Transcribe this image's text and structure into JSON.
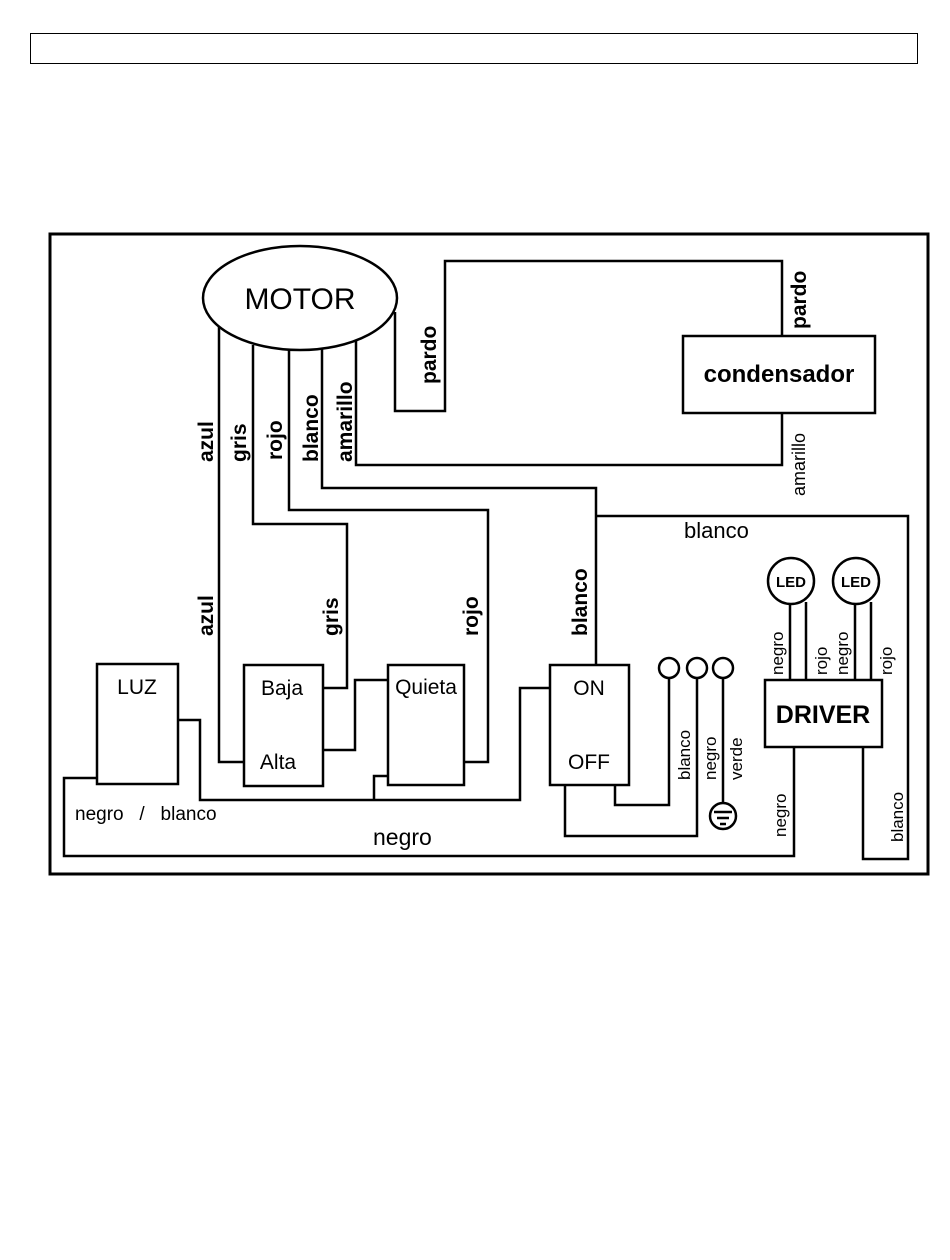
{
  "components": {
    "motor": "MOTOR",
    "condensador": "condensador",
    "luz": "LUZ",
    "baja": "Baja",
    "alta": "Alta",
    "quieta": "Quieta",
    "on": "ON",
    "off": "OFF",
    "driver": "DRIVER",
    "led_1": "LED",
    "led_2": "LED"
  },
  "wire_labels": {
    "pardo_motor": "pardo",
    "pardo_condensador": "pardo",
    "amarillo_motor": "amarillo",
    "amarillo_condensador": "amarillo",
    "azul_top": "azul",
    "gris_top": "gris",
    "rojo_top": "rojo",
    "blanco_top": "blanco",
    "blanco_horizontal": "blanco",
    "azul_bottom": "azul",
    "gris_bottom": "gris",
    "rojo_bottom": "rojo",
    "blanco_switch": "blanco",
    "negro_led_1": "negro",
    "rojo_led_1": "rojo",
    "negro_led_2": "negro",
    "rojo_led_2": "rojo",
    "negro_blanco_luz": "negro   /   blanco",
    "negro_bottom": "negro",
    "blanco_terminal": "blanco",
    "negro_terminal": "negro",
    "verde_terminal": "verde",
    "negro_driver": "negro",
    "blanco_driver": "blanco"
  },
  "icons": {
    "ground": "ground-symbol-icon"
  }
}
